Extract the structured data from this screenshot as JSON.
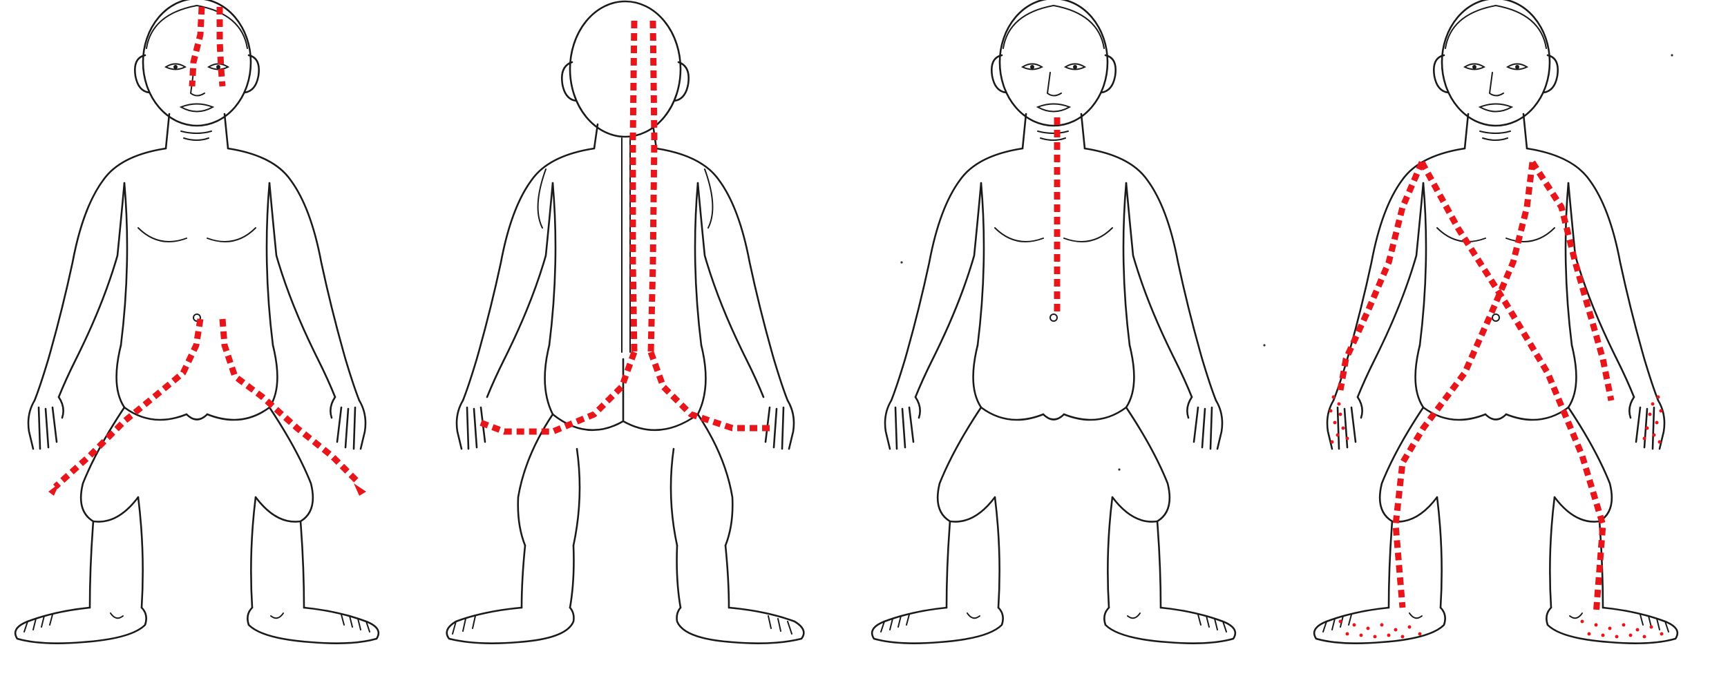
{
  "figures": [
    {
      "id": "figure-1",
      "view": "front",
      "channels": [
        "forehead-pair",
        "groin-to-legs"
      ]
    },
    {
      "id": "figure-2",
      "view": "back",
      "channels": [
        "spine-pair",
        "hips-to-thighs"
      ]
    },
    {
      "id": "figure-3",
      "view": "front",
      "channels": [
        "chin-to-navel"
      ]
    },
    {
      "id": "figure-4",
      "view": "front",
      "channels": [
        "crossed-shoulder-to-foot",
        "hands-dotted",
        "feet-dotted"
      ]
    }
  ],
  "colors": {
    "channel": "#e8161b",
    "outline": "#1a1a1a",
    "background": "#ffffff"
  }
}
